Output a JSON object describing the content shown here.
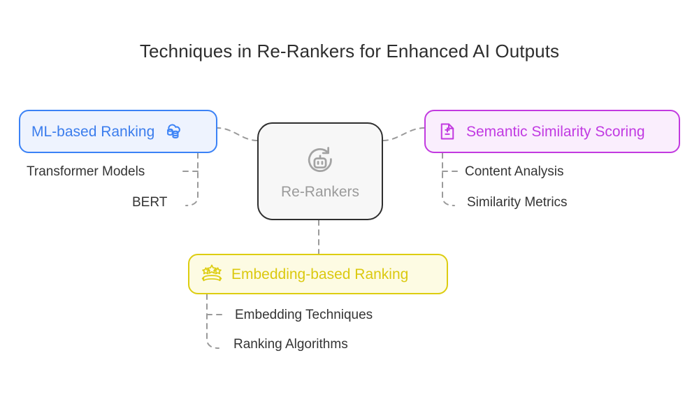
{
  "diagram": {
    "title": "Techniques in Re-Rankers for Enhanced AI Outputs",
    "background_color": "#ffffff",
    "edge_color": "#9a9a9a",
    "edge_style": "dashed",
    "center": {
      "label": "Re-Rankers",
      "icon": "robot-refresh-icon",
      "text_color": "#9b9b9b",
      "border_color": "#2f2f2f",
      "fill_color": "#f7f7f7"
    },
    "branches": [
      {
        "id": "ml",
        "label": "ML-based Ranking",
        "icon": "cloud-database-icon",
        "accent_color": "#3b82f6",
        "text_color": "#3b7ded",
        "fill_color": "#eef3fe",
        "children": [
          "Transformer Models",
          "BERT"
        ]
      },
      {
        "id": "semantic",
        "label": "Semantic Similarity Scoring",
        "icon": "document-plus-minus-icon",
        "accent_color": "#c23ae0",
        "text_color": "#c13ae2",
        "fill_color": "#faeefd",
        "children": [
          "Content Analysis",
          "Similarity Metrics"
        ]
      },
      {
        "id": "embedding",
        "label": "Embedding-based Ranking",
        "icon": "award-stars-ribbon-icon",
        "accent_color": "#ddcd10",
        "text_color": "#dbc90f",
        "fill_color": "#fdfbe3",
        "children": [
          "Embedding Techniques",
          "Ranking Algorithms"
        ]
      }
    ]
  }
}
